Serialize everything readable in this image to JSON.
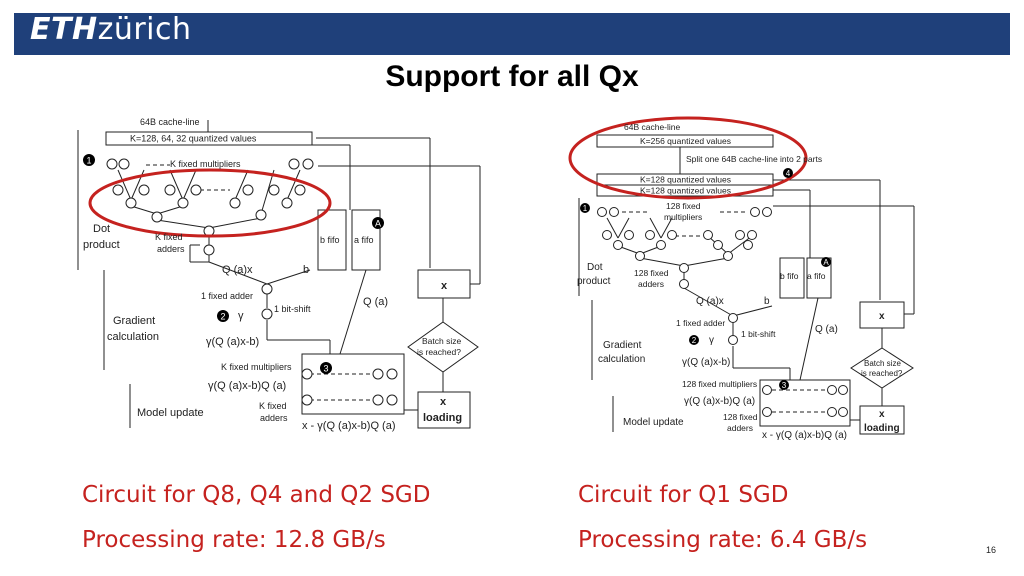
{
  "header": {
    "logo_eth": "ETH",
    "logo_rest": "zürich"
  },
  "slide": {
    "title": "Support for all Qx",
    "page_number": "16"
  },
  "left": {
    "cache_line": "64B cache-line",
    "quantized": "K=128, 64, 32 quantized values",
    "mult": "K fixed multipliers",
    "dot_product": [
      "Dot",
      "product"
    ],
    "k_adders": [
      "K fixed",
      "adders"
    ],
    "b_fifo": "b fifo",
    "a_fifo": "a fifo",
    "qax": "Q (a)x",
    "b": "b",
    "x": "x",
    "one_adder": "1 fixed adder",
    "gradient": [
      "Gradient",
      "calculation"
    ],
    "gamma": "γ",
    "bit_shift": "1 bit-shift",
    "qa": "Q (a)",
    "gamma_expr": "γ(Q (a)x-b)",
    "batch": [
      "Batch size",
      "is reached?"
    ],
    "k_mult2": "K fixed multipliers",
    "grad_expr": "γ(Q (a)x-b)Q (a)",
    "k_adders2": [
      "K fixed",
      "adders"
    ],
    "model_update": "Model update",
    "x_loading": [
      "x",
      "loading"
    ],
    "update_expr": "x - γ(Q (a)x-b)Q (a)"
  },
  "right": {
    "cache_line": "64B cache-line",
    "quantized_256": "K=256 quantized values",
    "split": "Split one 64B cache-line into 2 parts",
    "quantized_128a": "K=128 quantized values",
    "quantized_128b": "K=128 quantized values",
    "mult": [
      "128 fixed",
      "multipliers"
    ],
    "dot_product": [
      "Dot",
      "product"
    ],
    "adders": [
      "128 fixed",
      "adders"
    ],
    "b_fifo": "b fifo",
    "a_fifo": "a fifo",
    "qax": "Q (a)x",
    "b": "b",
    "x": "x",
    "one_adder": "1 fixed adder",
    "gradient": [
      "Gradient",
      "calculation"
    ],
    "gamma": "γ",
    "bit_shift": "1 bit-shift",
    "qa": "Q (a)",
    "gamma_expr": "γ(Q (a)x-b)",
    "batch": [
      "Batch size",
      "is reached?"
    ],
    "mult2": "128 fixed multipliers",
    "grad_expr": "γ(Q (a)x-b)Q (a)",
    "adders2": [
      "128 fixed",
      "adders"
    ],
    "model_update": "Model update",
    "x_loading": [
      "x",
      "loading"
    ],
    "update_expr": "x - γ(Q (a)x-b)Q (a)"
  },
  "captions": {
    "left_title": "Circuit for Q8, Q4 and Q2 SGD",
    "left_rate": "Processing rate: 12.8 GB/s",
    "right_title": "Circuit for Q1 SGD",
    "right_rate": "Processing rate: 6.4 GB/s"
  },
  "colors": {
    "eth_blue": "#1f407a",
    "highlight_red": "#c5221f"
  }
}
